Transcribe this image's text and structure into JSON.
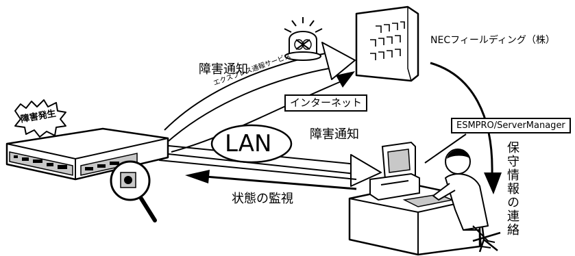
{
  "labels": {
    "failure_occurred": "障害発生",
    "failure_notice_top": "障害通知",
    "express_service": "エクスプレス通報サービス",
    "internet": "インターネット",
    "lan": "LAN",
    "failure_notice_lan": "障害通知",
    "monitoring": "状態の監視",
    "nec_fielding": "NECフィールディング（株）",
    "esmpro": "ESMPRO/ServerManager",
    "maintenance_info": "保守情報の連絡"
  },
  "colors": {
    "line": "#000000",
    "fill": "#ffffff",
    "shade": "#c8c8c8"
  },
  "icons": {
    "server": "rack-server-icon",
    "alarm": "alarm-lamp-icon",
    "building": "office-building-icon",
    "operator": "operator-at-computer-icon",
    "magnifier": "magnifier-icon",
    "burst": "failure-burst-icon"
  }
}
